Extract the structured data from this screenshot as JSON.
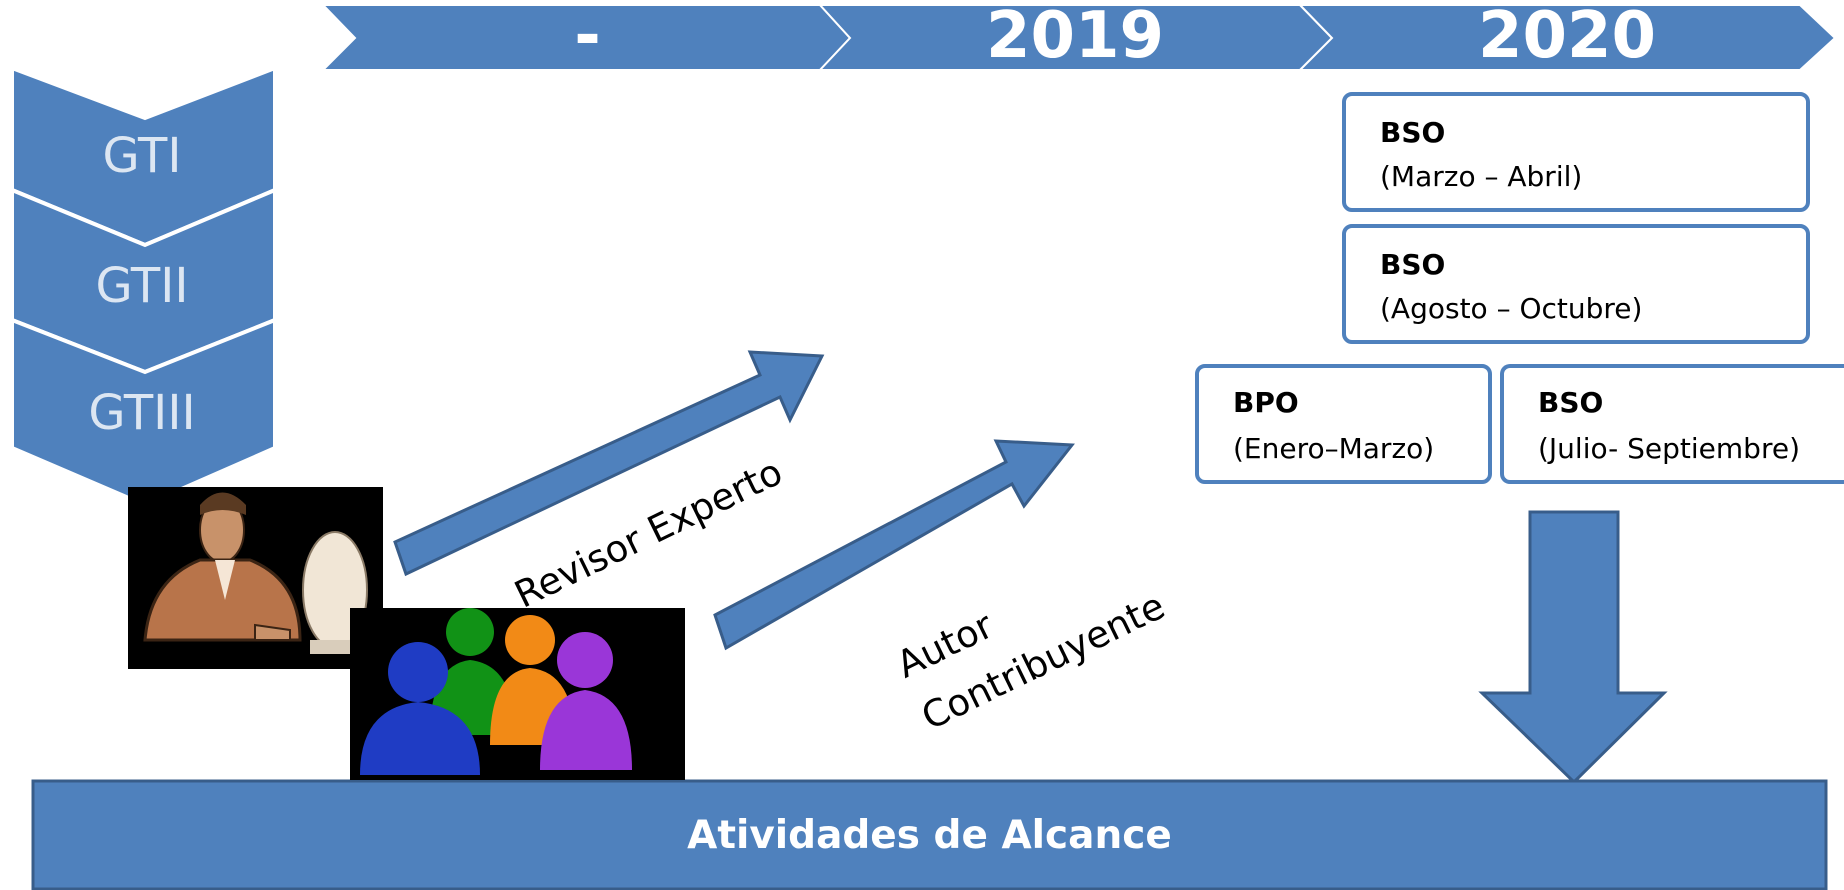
{
  "timeline": {
    "periods": [
      "-",
      "2019",
      "2020"
    ]
  },
  "groups": [
    "GTI",
    "GTII",
    "GTIII"
  ],
  "roles": {
    "reviewer": "Revisor Experto",
    "author_line1": "Autor",
    "author_line2": "Contribuyente"
  },
  "boxes": [
    {
      "title": "BSO",
      "period": "(Marzo – Abril)"
    },
    {
      "title": "BSO",
      "period": "(Agosto – Octubre)"
    },
    {
      "title": "BPO",
      "period": "(Enero–Marzo)"
    },
    {
      "title": "BSO",
      "period": "(Julio- Septiembre)"
    }
  ],
  "bottom_bar": {
    "label": "Atividades de Alcance"
  },
  "colors": {
    "shape_fill": "#4f81bd",
    "shape_stroke": "#385d8a",
    "chevron_text": "#dce6f2",
    "photo_background": "#000000"
  },
  "images": [
    "reviewer-clipart",
    "people-group-clipart"
  ]
}
